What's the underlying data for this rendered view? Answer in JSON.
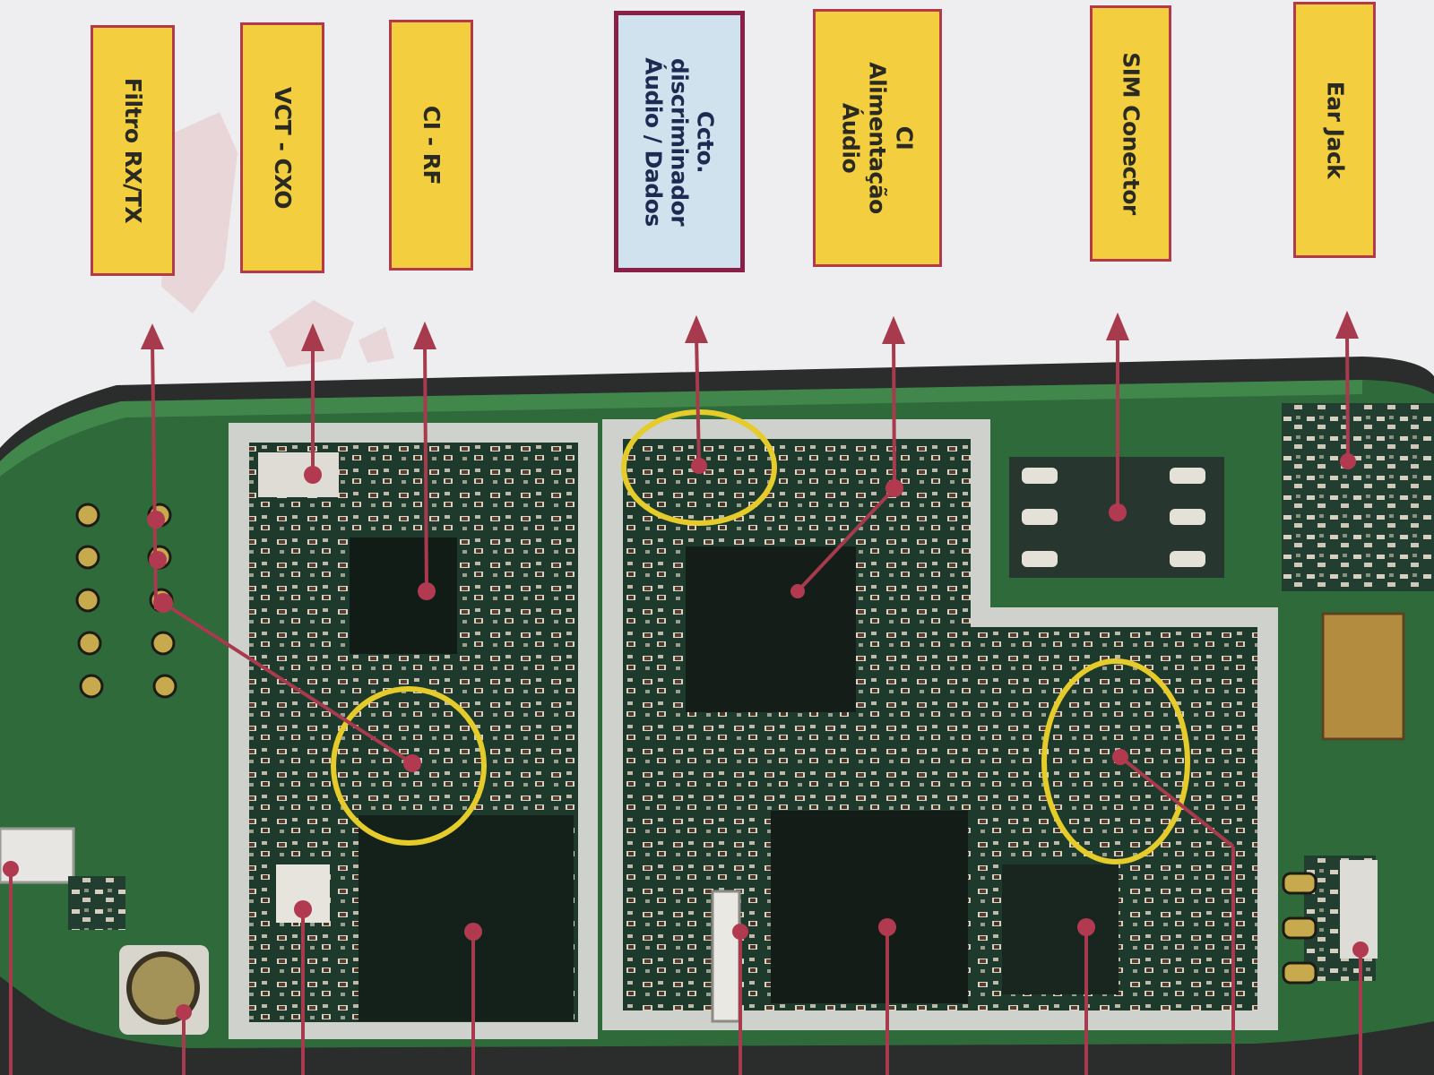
{
  "labels": [
    {
      "id": "filtro",
      "text": "Filtro RX/TX"
    },
    {
      "id": "vctcxo",
      "text": "VCT - CXO"
    },
    {
      "id": "ci-rf",
      "text": "CI - RF"
    },
    {
      "id": "ccto",
      "line1": "Ccto.",
      "line2": "discriminador",
      "line3": "Áudio / Dados"
    },
    {
      "id": "ci-alim",
      "line1": "CI",
      "line2": "Alimentação",
      "line3": "Áudio"
    },
    {
      "id": "sim",
      "text": "SIM Conector"
    },
    {
      "id": "ear",
      "text": "Ear Jack"
    }
  ],
  "colors": {
    "label_fill": "#f3cf3f",
    "label_border": "#b23a4a",
    "blue_fill": "#cfe2ee",
    "blue_border": "#8a2048",
    "arrow": "#a83a4e",
    "pcb": "#2f6b3a",
    "shield": "#c9ccc8",
    "highlight_circle": "#e6cc2a"
  }
}
